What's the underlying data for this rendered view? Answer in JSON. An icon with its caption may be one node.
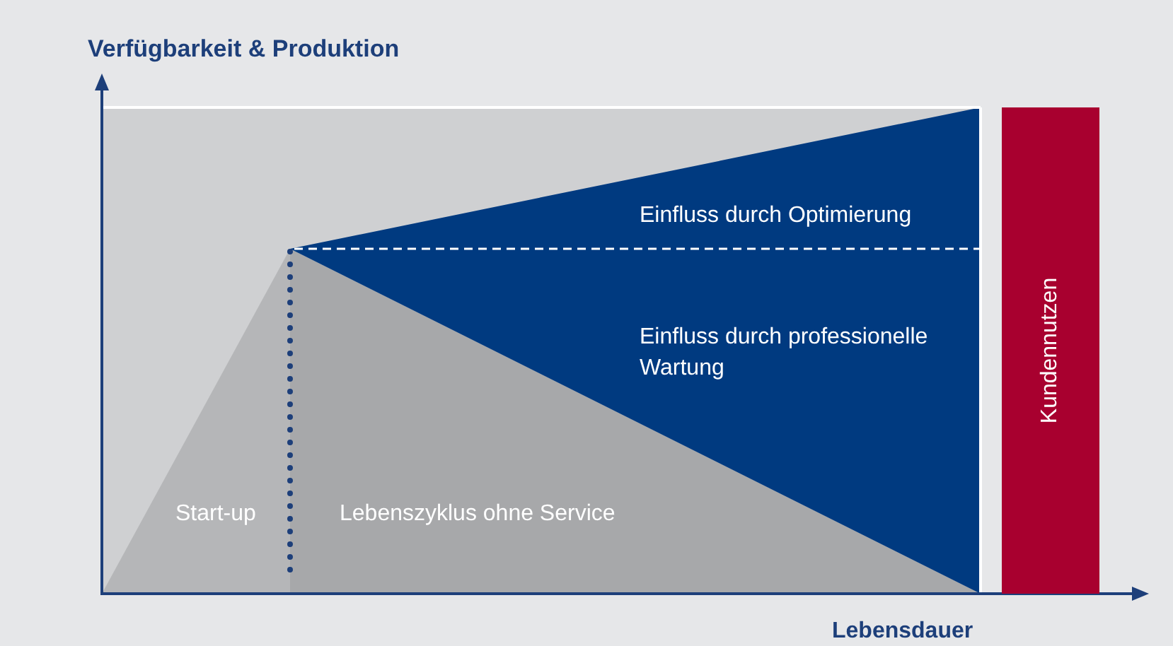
{
  "diagram": {
    "title": "Verfügbarkeit & Produktion",
    "nodes": [
      {
        "text": [
          "Kundennutzen"
        ]
      }
    ],
    "labels": [
      "Einfluss durch Optimierung",
      "Einfluss durch professionelle Wartung",
      "Start-up",
      "Lebenszyklus ohne Service",
      "Lebensdauer"
    ]
  }
}
